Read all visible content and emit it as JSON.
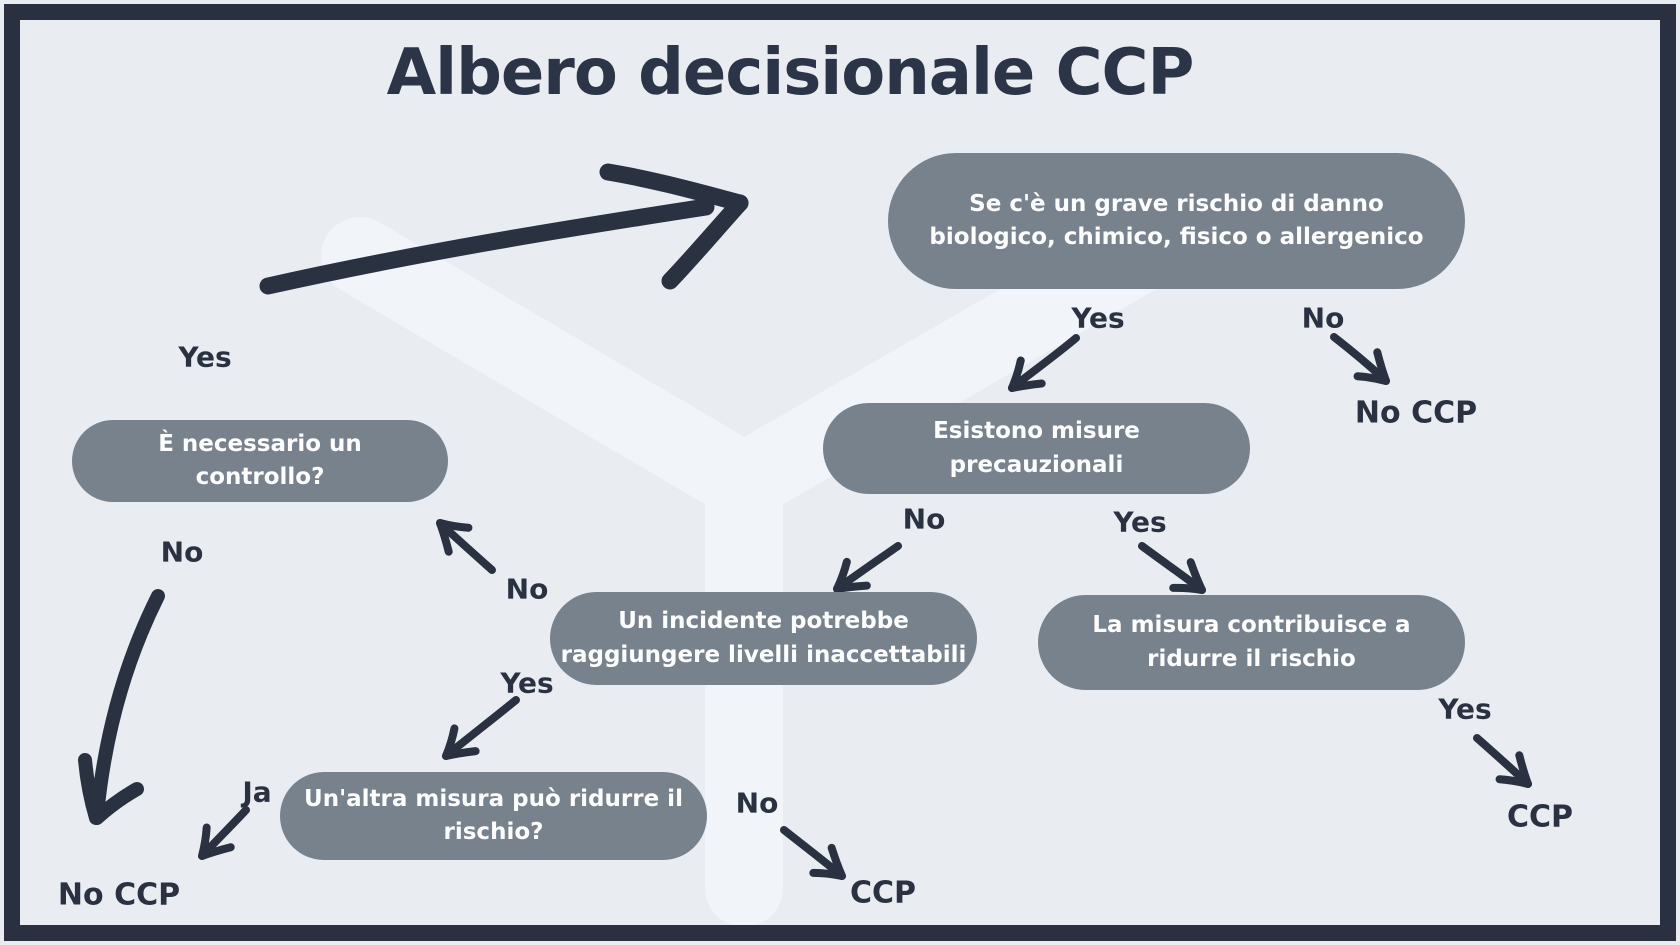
{
  "title": "Albero decisionale CCP",
  "colors": {
    "background": "#e9edf2",
    "frame": "#2a3040",
    "node_fill": "#78828d",
    "node_text": "#fdfdfd",
    "dark_text": "#2a3242",
    "watermark": "#f1f5f9"
  },
  "nodes": {
    "risk": "Se c'è un grave rischio di danno\nbiologico, chimico, fisico o allergenico",
    "misure": "Esistono misure\nprecauzionali",
    "incidente": "Un incidente potrebbe\nraggiungere livelli inaccettabili",
    "contribuisce": "La misura contribuisce a\nridurre il rischio",
    "controllo": "È necessario un\ncontrollo?",
    "unaltra": "Un'altra misura può ridurre il\nrischio?"
  },
  "edge_labels": {
    "risk_yes": "Yes",
    "risk_no": "No",
    "misure_no": "No",
    "misure_yes": "Yes",
    "incidente_no": "No",
    "incidente_yes": "Yes",
    "controllo_yes": "Yes",
    "controllo_no": "No",
    "unaltra_ja": "Ja",
    "unaltra_no": "No",
    "contribuisce_yes": "Yes"
  },
  "outcomes": {
    "no_ccp_top": "No CCP",
    "no_ccp_bottom": "No CCP",
    "ccp_bottom": "CCP",
    "ccp_right": "CCP"
  }
}
